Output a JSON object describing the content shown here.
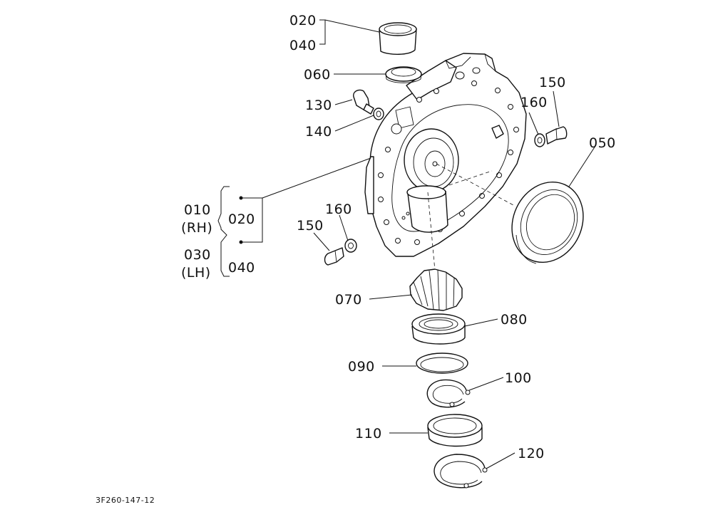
{
  "diagram": {
    "reference_code": "3F260-147-12",
    "labels": {
      "p020_top": "020",
      "p040_top": "040",
      "p060": "060",
      "p130": "130",
      "p140": "140",
      "p160_right": "160",
      "p150_right": "150",
      "p050": "050",
      "p010": "010",
      "rh": "(RH)",
      "p020_left": "020",
      "p030": "030",
      "lh": "(LH)",
      "p040_left": "040",
      "p150_left": "150",
      "p160_left": "160",
      "p070": "070",
      "p080": "080",
      "p090": "090",
      "p100": "100",
      "p110": "110",
      "p120": "120"
    }
  }
}
